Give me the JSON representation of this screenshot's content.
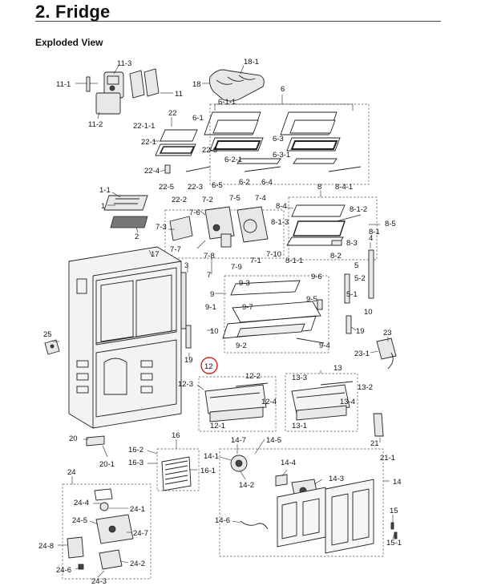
{
  "header": {
    "section_title": "2.  Fridge",
    "subtitle": "Exploded View"
  },
  "highlight": {
    "label": "12",
    "color": "#d42020"
  },
  "callouts": {
    "c11_1": "11-1",
    "c11_3": "11-3",
    "c11": "11",
    "c11_2": "11-2",
    "c18_1": "18-1",
    "c18": "18",
    "c6": "6",
    "c6_1_1": "6-1-1",
    "c6_1": "6-1",
    "c6_3": "6-3",
    "c6_3_1": "6-3-1",
    "c6_2_1": "6-2-1",
    "c6_2": "6-2",
    "c6_4": "6-4",
    "c6_5": "6-5",
    "c22": "22",
    "c22_1_1": "22-1-1",
    "c22_1": "22-1",
    "c22_6": "22-6",
    "c22_4": "22-4",
    "c22_5": "22-5",
    "c22_3": "22-3",
    "c22_2": "22-2",
    "c1_1": "1-1",
    "c1": "1",
    "c2": "2",
    "c7_2": "7-2",
    "c7_5": "7-5",
    "c7_4": "7-4",
    "c7_6": "7-6",
    "c7_3": "7-3",
    "c17": "17",
    "c7_7": "7-7",
    "c7_8": "7-8",
    "c7": "7",
    "c7_9": "7-9",
    "c7_1": "7-1",
    "c7_10": "7-10",
    "c8": "8",
    "c8_4_1": "8-4-1",
    "c8_4": "8-4",
    "c8_1_2": "8-1-2",
    "c8_1_3": "8-1-3",
    "c8_5": "8-5",
    "c8_1": "8-1",
    "c8_3": "8-3",
    "c8_2": "8-2",
    "c8_1_1": "8-1-1",
    "c3": "3",
    "c4": "4",
    "c5": "5",
    "c5_2": "5-2",
    "c5_1": "5-1",
    "c9": "9",
    "c9_3": "9-3",
    "c9_6": "9-6",
    "c9_1": "9-1",
    "c9_7": "9-7",
    "c9_5": "9-5",
    "c9_2": "9-2",
    "c9_4": "9-4",
    "c10a": "10",
    "c10b": "10",
    "c19a": "19",
    "c19b": "19",
    "c25": "25",
    "c23": "23",
    "c23_1": "23-1",
    "c12_3": "12-3",
    "c12_2": "12-2",
    "c12_4": "12-4",
    "c12_1": "12-1",
    "c13": "13",
    "c13_3": "13-3",
    "c13_2": "13-2",
    "c13_4": "13-4",
    "c13_1": "13-1",
    "c20": "20",
    "c20_1": "20-1",
    "c16": "16",
    "c16_2": "16-2",
    "c16_3": "16-3",
    "c16_1": "16-1",
    "c14_7": "14-7",
    "c14_5": "14-5",
    "c14_1": "14-1",
    "c14_2": "14-2",
    "c14_4": "14-4",
    "c14_3": "14-3",
    "c14": "14",
    "c14_6": "14-6",
    "c21": "21",
    "c21_1": "21-1",
    "c15": "15",
    "c15_1": "15-1",
    "c24": "24",
    "c24_4": "24-4",
    "c24_1": "24-1",
    "c24_5": "24-5",
    "c24_7": "24-7",
    "c24_8": "24-8",
    "c24_2": "24-2",
    "c24_6": "24-6",
    "c24_3": "24-3"
  }
}
